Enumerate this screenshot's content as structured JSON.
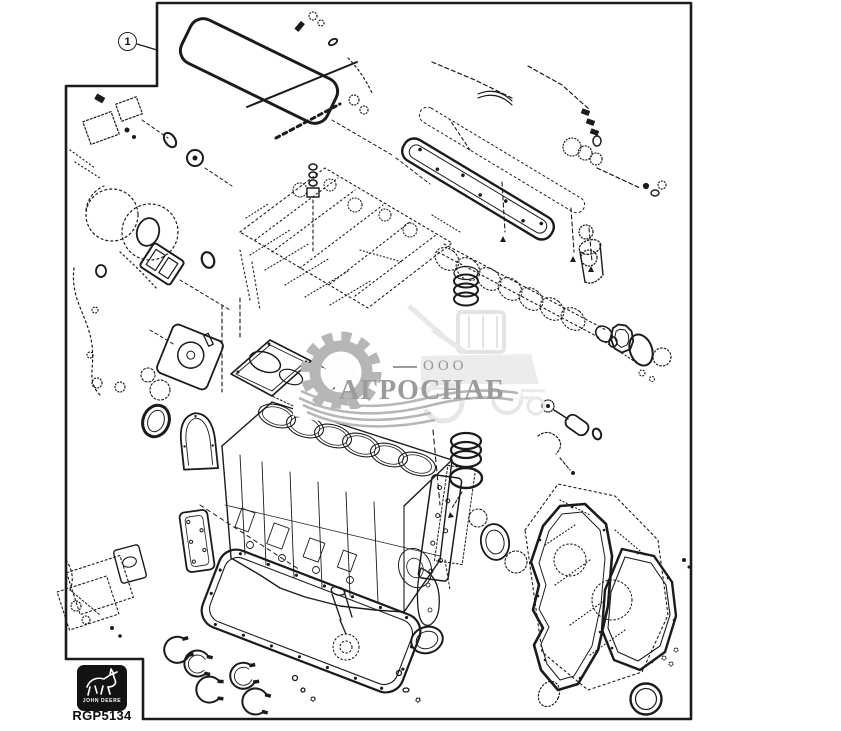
{
  "page": {
    "background_color": "#ffffff",
    "ink_color": "#1b1b1b"
  },
  "callout": {
    "label": "1"
  },
  "watermark": {
    "company_prefix": "ООО",
    "company_name": "АГРОСНАБ",
    "text_color": "#9b9b9b",
    "gear_color": "#b5b5b5",
    "machine_color": "#e4e4e4"
  },
  "brand_plate": {
    "brand": "JOHN DEERE",
    "part_code": "RGP5134",
    "plate_color": "#131313"
  },
  "diagram": {
    "kind": "exploded-engine-gasket-kit-diagram",
    "part_icons": [
      "valve-cover-gasket",
      "rocker-rail-gasket",
      "cylinder-head",
      "camshaft",
      "liner-seal-rings",
      "piston-ring-set",
      "head-gasket",
      "engine-block",
      "turbocharger",
      "thermostat-parts",
      "front-seal-ring",
      "arch-gasket",
      "side-cover-gasket",
      "oil-cooler-plates",
      "timing-cover-gasket-front",
      "timing-cover-gasket-rear",
      "crankshaft-seal",
      "oil-pan-gasket",
      "oil-pickup-tube",
      "main-bearing-shells",
      "o-rings",
      "fasteners"
    ]
  }
}
